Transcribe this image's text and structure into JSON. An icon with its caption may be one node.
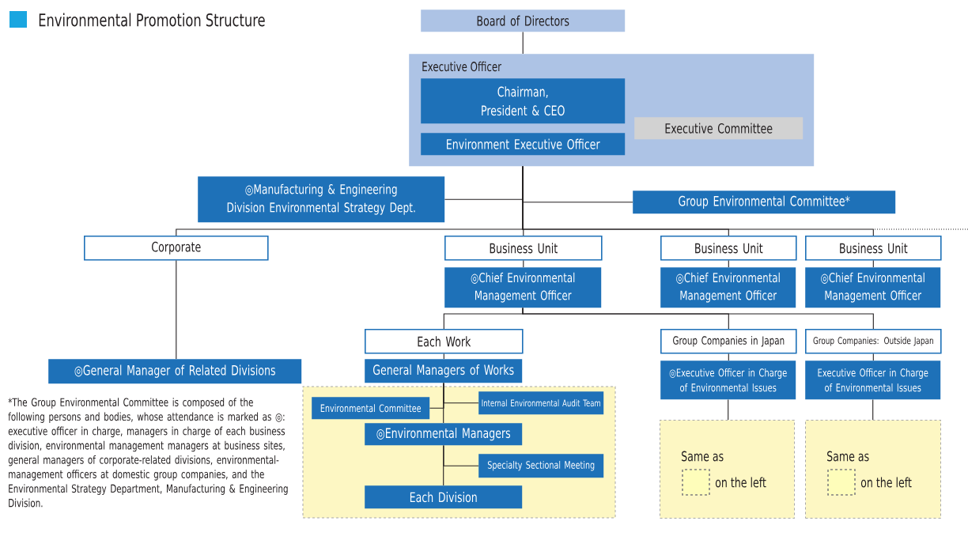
{
  "diagram": {
    "title": "Environmental Promotion Structure",
    "nodes": [
      {
        "text": [
          "Board of Directors"
        ]
      },
      {
        "text": [
          "Executive Officer"
        ]
      },
      {
        "text": [
          "Chairman, President & CEO"
        ],
        "in": 1
      },
      {
        "text": [
          "Environment Executive Officer"
        ],
        "in": 1
      },
      {
        "text": [
          "Executive Committee"
        ],
        "in": 1
      },
      {
        "text": [
          "◎Manufacturing & Engineering Division Environmental Strategy Dept."
        ]
      },
      {
        "text": [
          "Group Environmental Committee*"
        ]
      },
      {
        "text": [
          "Corporate"
        ]
      },
      {
        "text": [
          "Business Unit"
        ]
      },
      {
        "text": [
          "Business Unit"
        ]
      },
      {
        "text": [
          "Business Unit"
        ]
      },
      {
        "text": [
          "◎Chief Environmental Management Officer"
        ]
      },
      {
        "text": [
          "◎Chief Environmental Management Officer"
        ]
      },
      {
        "text": [
          "◎Chief Environmental Management Officer"
        ]
      },
      {
        "text": [
          "Each Work"
        ]
      },
      {
        "text": [
          "Group Companies in Japan"
        ]
      },
      {
        "text": [
          "Group Companies: Outside Japan"
        ]
      },
      {
        "text": [
          "◎General Manager of Related Divisions"
        ]
      },
      {
        "text": [
          "General Managers of Works"
        ]
      },
      {
        "text": [
          "◎Executive Officer in Charge of Environmental Issues"
        ]
      },
      {
        "text": [
          "Executive Officer in Charge of Environmental Issues"
        ]
      },
      {
        "text": [],
        "shape": "box"
      },
      {
        "text": [
          "Environmental Committee"
        ],
        "in": 21
      },
      {
        "text": [
          "Internal Environmental Audit Team"
        ],
        "in": 21
      },
      {
        "text": [
          "◎Environmental Managers"
        ],
        "in": 21
      },
      {
        "text": [
          "Specialty Sectional Meeting"
        ],
        "in": 21
      },
      {
        "text": [
          "Each Division"
        ],
        "in": 21
      },
      {
        "text": [
          "Same as",
          "on the left"
        ]
      },
      {
        "text": [
          "Same as",
          "on the left"
        ]
      }
    ],
    "edges": [
      {
        "from": 0,
        "to": 1,
        "arrow": "none"
      },
      {
        "from": 1,
        "to": 5,
        "arrow": "none"
      },
      {
        "from": 1,
        "to": 6,
        "arrow": "none"
      },
      {
        "from": 1,
        "to": 7,
        "arrow": "none"
      },
      {
        "from": 1,
        "to": 8,
        "arrow": "none"
      },
      {
        "from": 1,
        "to": 9,
        "arrow": "none"
      },
      {
        "from": 1,
        "to": 10,
        "arrow": "none"
      },
      {
        "from": 7,
        "to": 17,
        "arrow": "none"
      },
      {
        "from": 8,
        "to": 11,
        "arrow": "none"
      },
      {
        "from": 9,
        "to": 12,
        "arrow": "none"
      },
      {
        "from": 10,
        "to": 13,
        "arrow": "none"
      },
      {
        "from": 11,
        "to": 14,
        "arrow": "none"
      },
      {
        "from": 11,
        "to": 15,
        "arrow": "none"
      },
      {
        "from": 11,
        "to": 16,
        "arrow": "none"
      },
      {
        "from": 14,
        "to": 18,
        "arrow": "none"
      },
      {
        "from": 18,
        "to": 22,
        "arrow": "none"
      },
      {
        "from": 18,
        "to": 23,
        "arrow": "none"
      },
      {
        "from": 18,
        "to": 24,
        "arrow": "none"
      },
      {
        "from": 24,
        "to": 25,
        "arrow": "none"
      },
      {
        "from": 24,
        "to": 26,
        "arrow": "none"
      },
      {
        "from": 15,
        "to": 19,
        "arrow": "none"
      },
      {
        "from": 16,
        "to": 20,
        "arrow": "none"
      },
      {
        "from": 19,
        "to": 27,
        "arrow": "none"
      },
      {
        "from": 20,
        "to": 28,
        "arrow": "none"
      }
    ],
    "labels": [
      "*The Group Environmental Committee is composed of the following persons and bodies, whose attendance is marked as ◎: executive officer in charge, managers in charge of each business division, environmental management managers at business sites, general managers of corporate-related divisions, environmental-management officers at domestic group companies, and the Environmental Strategy Department, Manufacturing & Engineering Division."
    ]
  }
}
